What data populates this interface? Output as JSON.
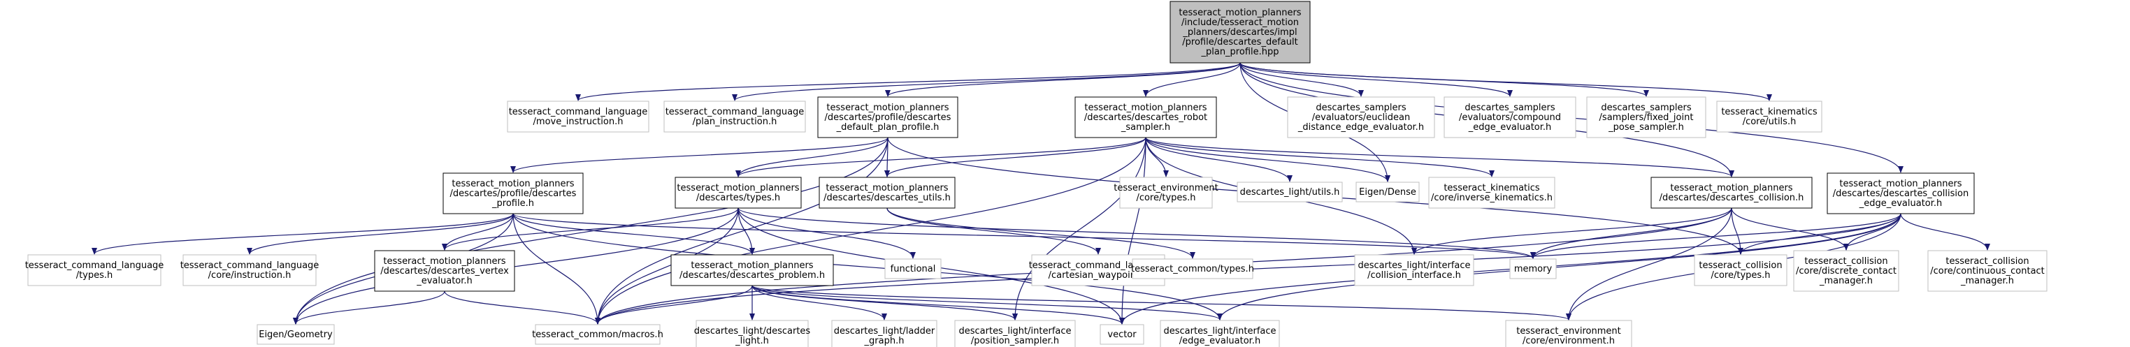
{
  "graph": {
    "edge_color": "#191970",
    "nodes": [
      {
        "id": "root",
        "lines": [
          "tesseract_motion_planners",
          "/include/tesseract_motion",
          "_planners/descartes/impl",
          "/profile/descartes_default",
          "_plan_profile.hpp"
        ],
        "style": "root"
      },
      {
        "id": "move_instruction",
        "lines": [
          "tesseract_command_language",
          "/move_instruction.h"
        ],
        "style": "plain"
      },
      {
        "id": "plan_instruction",
        "lines": [
          "tesseract_command_language",
          "/plan_instruction.h"
        ],
        "style": "plain"
      },
      {
        "id": "default_plan_profile",
        "lines": [
          "tesseract_motion_planners",
          "/descartes/profile/descartes",
          "_default_plan_profile.h"
        ],
        "style": "strong"
      },
      {
        "id": "robot_sampler",
        "lines": [
          "tesseract_motion_planners",
          "/descartes/descartes_robot",
          "_sampler.h"
        ],
        "style": "strong"
      },
      {
        "id": "euclidean",
        "lines": [
          "descartes_samplers",
          "/evaluators/euclidean",
          "_distance_edge_evaluator.h"
        ],
        "style": "plain"
      },
      {
        "id": "compound",
        "lines": [
          "descartes_samplers",
          "/evaluators/compound",
          "_edge_evaluator.h"
        ],
        "style": "plain"
      },
      {
        "id": "fixed_joint",
        "lines": [
          "descartes_samplers",
          "/samplers/fixed_joint",
          "_pose_sampler.h"
        ],
        "style": "plain"
      },
      {
        "id": "kin_utils",
        "lines": [
          "tesseract_kinematics",
          "/core/utils.h"
        ],
        "style": "plain"
      },
      {
        "id": "descartes_profile",
        "lines": [
          "tesseract_motion_planners",
          "/descartes/profile/descartes",
          "_profile.h"
        ],
        "style": "strong"
      },
      {
        "id": "types_h",
        "lines": [
          "tesseract_motion_planners",
          "/descartes/types.h"
        ],
        "style": "strong"
      },
      {
        "id": "desc_utils",
        "lines": [
          "tesseract_motion_planners",
          "/descartes/descartes_utils.h"
        ],
        "style": "strong"
      },
      {
        "id": "env_types",
        "lines": [
          "tesseract_environment",
          "/core/types.h"
        ],
        "style": "plain"
      },
      {
        "id": "light_utils",
        "lines": [
          "descartes_light/utils.h"
        ],
        "style": "plain"
      },
      {
        "id": "eigen_dense",
        "lines": [
          "Eigen/Dense"
        ],
        "style": "plain"
      },
      {
        "id": "inverse_kin",
        "lines": [
          "tesseract_kinematics",
          "/core/inverse_kinematics.h"
        ],
        "style": "plain"
      },
      {
        "id": "desc_collision",
        "lines": [
          "tesseract_motion_planners",
          "/descartes/descartes_collision.h"
        ],
        "style": "strong"
      },
      {
        "id": "desc_coll_edge",
        "lines": [
          "tesseract_motion_planners",
          "/descartes/descartes_collision",
          "_edge_evaluator.h"
        ],
        "style": "strong"
      },
      {
        "id": "cl_types",
        "lines": [
          "tesseract_command_language",
          "/types.h"
        ],
        "style": "plain"
      },
      {
        "id": "cl_instruction",
        "lines": [
          "tesseract_command_language",
          "/core/instruction.h"
        ],
        "style": "plain"
      },
      {
        "id": "vertex_eval",
        "lines": [
          "tesseract_motion_planners",
          "/descartes/descartes_vertex",
          "_evaluator.h"
        ],
        "style": "strong"
      },
      {
        "id": "functional",
        "lines": [
          "functional"
        ],
        "style": "plain"
      },
      {
        "id": "desc_problem",
        "lines": [
          "tesseract_motion_planners",
          "/descartes/descartes_problem.h"
        ],
        "style": "strong"
      },
      {
        "id": "cartesian_wp",
        "lines": [
          "tesseract_command_language",
          "/cartesian_waypoint.h"
        ],
        "style": "plain"
      },
      {
        "id": "common_types",
        "lines": [
          "tesseract_common/types.h"
        ],
        "style": "plain"
      },
      {
        "id": "collision_iface",
        "lines": [
          "descartes_light/interface",
          "/collision_interface.h"
        ],
        "style": "plain"
      },
      {
        "id": "memory",
        "lines": [
          "memory"
        ],
        "style": "plain"
      },
      {
        "id": "coll_types",
        "lines": [
          "tesseract_collision",
          "/core/types.h"
        ],
        "style": "plain"
      },
      {
        "id": "discrete_cm",
        "lines": [
          "tesseract_collision",
          "/core/discrete_contact",
          "_manager.h"
        ],
        "style": "plain"
      },
      {
        "id": "continuous_cm",
        "lines": [
          "tesseract_collision",
          "/core/continuous_contact",
          "_manager.h"
        ],
        "style": "plain"
      },
      {
        "id": "eigen_geometry",
        "lines": [
          "Eigen/Geometry"
        ],
        "style": "plain"
      },
      {
        "id": "common_macros",
        "lines": [
          "tesseract_common/macros.h"
        ],
        "style": "plain"
      },
      {
        "id": "light_h",
        "lines": [
          "descartes_light/descartes",
          "_light.h"
        ],
        "style": "plain"
      },
      {
        "id": "ladder_graph",
        "lines": [
          "descartes_light/ladder",
          "_graph.h"
        ],
        "style": "plain"
      },
      {
        "id": "pos_sampler",
        "lines": [
          "descartes_light/interface",
          "/position_sampler.h"
        ],
        "style": "plain"
      },
      {
        "id": "vector",
        "lines": [
          "vector"
        ],
        "style": "plain"
      },
      {
        "id": "edge_eval",
        "lines": [
          "descartes_light/interface",
          "/edge_evaluator.h"
        ],
        "style": "plain"
      },
      {
        "id": "env_environment",
        "lines": [
          "tesseract_environment",
          "/core/environment.h"
        ],
        "style": "plain"
      }
    ],
    "edges": [
      [
        "root",
        "move_instruction"
      ],
      [
        "root",
        "plan_instruction"
      ],
      [
        "root",
        "default_plan_profile"
      ],
      [
        "root",
        "robot_sampler"
      ],
      [
        "root",
        "euclidean"
      ],
      [
        "root",
        "compound"
      ],
      [
        "root",
        "fixed_joint"
      ],
      [
        "root",
        "kin_utils"
      ],
      [
        "root",
        "eigen_dense"
      ],
      [
        "root",
        "desc_collision"
      ],
      [
        "root",
        "desc_coll_edge"
      ],
      [
        "default_plan_profile",
        "descartes_profile"
      ],
      [
        "default_plan_profile",
        "types_h"
      ],
      [
        "default_plan_profile",
        "desc_utils"
      ],
      [
        "default_plan_profile",
        "eigen_geometry"
      ],
      [
        "default_plan_profile",
        "common_macros"
      ],
      [
        "default_plan_profile",
        "coll_types"
      ],
      [
        "robot_sampler",
        "types_h"
      ],
      [
        "robot_sampler",
        "desc_utils"
      ],
      [
        "robot_sampler",
        "env_types"
      ],
      [
        "robot_sampler",
        "light_utils"
      ],
      [
        "robot_sampler",
        "eigen_dense"
      ],
      [
        "robot_sampler",
        "inverse_kin"
      ],
      [
        "robot_sampler",
        "desc_collision"
      ],
      [
        "robot_sampler",
        "common_macros"
      ],
      [
        "robot_sampler",
        "pos_sampler"
      ],
      [
        "robot_sampler",
        "vector"
      ],
      [
        "robot_sampler",
        "collision_iface"
      ],
      [
        "descartes_profile",
        "cl_types"
      ],
      [
        "descartes_profile",
        "cl_instruction"
      ],
      [
        "descartes_profile",
        "vertex_eval"
      ],
      [
        "descartes_profile",
        "desc_problem"
      ],
      [
        "descartes_profile",
        "eigen_geometry"
      ],
      [
        "descartes_profile",
        "common_macros"
      ],
      [
        "descartes_profile",
        "edge_eval"
      ],
      [
        "descartes_profile",
        "memory"
      ],
      [
        "types_h",
        "vertex_eval"
      ],
      [
        "types_h",
        "desc_problem"
      ],
      [
        "types_h",
        "functional"
      ],
      [
        "types_h",
        "eigen_geometry"
      ],
      [
        "types_h",
        "common_macros"
      ],
      [
        "types_h",
        "vector"
      ],
      [
        "types_h",
        "memory"
      ],
      [
        "desc_utils",
        "cartesian_wp"
      ],
      [
        "desc_utils",
        "common_types"
      ],
      [
        "vertex_eval",
        "eigen_geometry"
      ],
      [
        "vertex_eval",
        "common_macros"
      ],
      [
        "desc_problem",
        "light_h"
      ],
      [
        "desc_problem",
        "ladder_graph"
      ],
      [
        "desc_problem",
        "pos_sampler"
      ],
      [
        "desc_problem",
        "vector"
      ],
      [
        "desc_problem",
        "edge_eval"
      ],
      [
        "desc_problem",
        "env_environment"
      ],
      [
        "desc_problem",
        "common_macros"
      ],
      [
        "desc_collision",
        "collision_iface"
      ],
      [
        "desc_collision",
        "memory"
      ],
      [
        "desc_collision",
        "coll_types"
      ],
      [
        "desc_collision",
        "discrete_cm"
      ],
      [
        "desc_collision",
        "env_environment"
      ],
      [
        "desc_collision",
        "common_macros"
      ],
      [
        "desc_coll_edge",
        "edge_eval"
      ],
      [
        "desc_coll_edge",
        "memory"
      ],
      [
        "desc_coll_edge",
        "coll_types"
      ],
      [
        "desc_coll_edge",
        "discrete_cm"
      ],
      [
        "desc_coll_edge",
        "continuous_cm"
      ],
      [
        "desc_coll_edge",
        "env_environment"
      ],
      [
        "desc_coll_edge",
        "common_macros"
      ],
      [
        "desc_coll_edge",
        "vector"
      ]
    ]
  }
}
